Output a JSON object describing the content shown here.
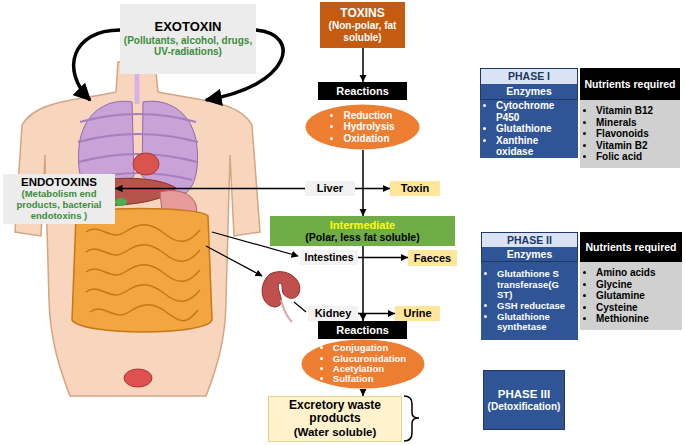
{
  "diagram": {
    "nodes": [
      {
        "text": [
          "EXOTOXIN",
          "(Pollutants, alcohol, drugs, UV-radiations)"
        ]
      },
      {
        "text": [
          "TOXINS",
          "(Non-polar, fat soluble)"
        ]
      },
      {
        "text": [
          "Reactions"
        ]
      },
      {
        "text": [
          "Reduction",
          "Hydrolysis",
          "Oxidation"
        ]
      },
      {
        "text": [
          "PHASE I",
          "Enzymes"
        ]
      },
      {
        "text": [
          "Nutrients required"
        ]
      },
      {
        "text": [
          "Cytochrome P450",
          "Glutathione",
          "Xanthine oxidase"
        ]
      },
      {
        "text": [
          "Vitamin B12",
          "Minerals",
          "Flavonoids",
          "Vitamin B2",
          "Folic acid"
        ]
      },
      {
        "text": [
          "ENDOTOXINS",
          "(Metabolism end products, bacterial endotoxins )"
        ]
      },
      {
        "text": [
          "Liver"
        ]
      },
      {
        "text": [
          "Toxin"
        ]
      },
      {
        "text": [
          "Intermediate",
          "(Polar, less fat soluble)"
        ]
      },
      {
        "text": [
          "PHASE II",
          "Enzymes"
        ]
      },
      {
        "text": [
          "Nutrients required"
        ]
      },
      {
        "text": [
          "Intestines"
        ]
      },
      {
        "text": [
          "Faeces"
        ]
      },
      {
        "text": [
          "Glutathione S transferase(G ST)",
          "GSH reductase",
          "Glutathione synthetase"
        ]
      },
      {
        "text": [
          "Amino acids",
          "Glycine",
          "Glutamine",
          "Cysteine",
          "Methionine"
        ]
      },
      {
        "text": [
          "Kidney"
        ]
      },
      {
        "text": [
          "Urine"
        ]
      },
      {
        "text": [
          "Reactions"
        ]
      },
      {
        "text": [
          "Conjugation",
          "Glucuronidation",
          "Acetylation",
          "Sulfation"
        ]
      },
      {
        "text": [
          "PHASE III",
          "(Detoxification)"
        ]
      },
      {
        "text": [
          "Excretory waste products",
          "(Water soluble)"
        ]
      }
    ],
    "edges": [
      {
        "from": 1,
        "to": 2,
        "arrow": "to"
      },
      {
        "from": 3,
        "to": 11,
        "arrow": "to"
      },
      {
        "from": 9,
        "to": 8,
        "arrow": "to"
      },
      {
        "from": 9,
        "to": 10,
        "arrow": "to"
      },
      {
        "from": 14,
        "to": 15,
        "arrow": "to"
      },
      {
        "from": 18,
        "to": 19,
        "arrow": "to"
      },
      {
        "from": 11,
        "to": 20,
        "arrow": "to"
      },
      {
        "from": 21,
        "to": 23,
        "arrow": "to"
      }
    ]
  }
}
